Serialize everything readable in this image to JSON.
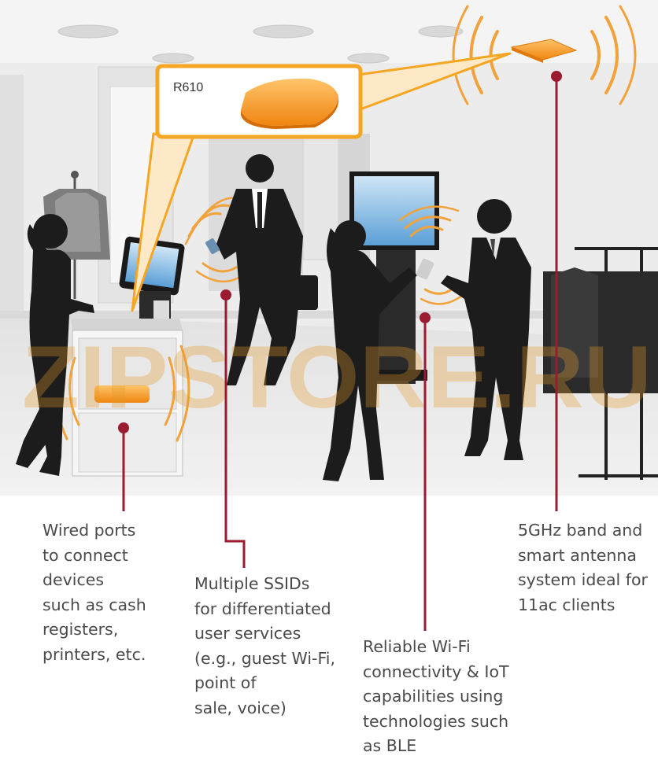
{
  "callout": {
    "model": "R610"
  },
  "watermark": "ZIPSTORE.RU",
  "labels": {
    "wired_ports": [
      "Wired ports",
      "to connect",
      "devices",
      "such as cash",
      "registers,",
      "printers, etc."
    ],
    "multiple_ssids": [
      "Multiple SSIDs",
      "for differentiated",
      "user services",
      "(e.g., guest Wi-Fi,",
      "point of",
      "sale, voice)"
    ],
    "reliable_wifi": [
      "Reliable Wi-Fi",
      "connectivity & IoT",
      "capabilities using",
      "technologies such",
      "as BLE"
    ],
    "band_5ghz": [
      "5GHz band and",
      "smart antenna",
      "system ideal for",
      "11ac clients"
    ]
  },
  "colors": {
    "accent_orange": "#f5a623",
    "device_orange": "#f28c16",
    "leader_line": "#9b1b30",
    "silhouette": "#1c1c1c",
    "text": "#4a4a4a"
  }
}
